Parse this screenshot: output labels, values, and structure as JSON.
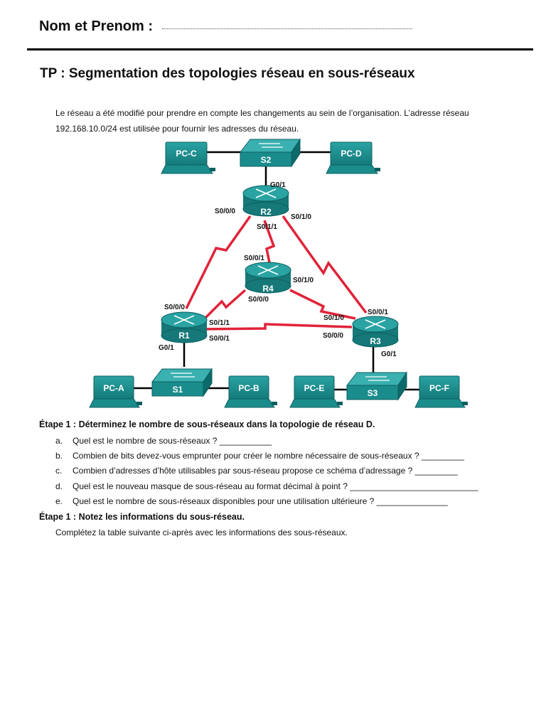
{
  "header": {
    "name_label": "Nom et Prenom :"
  },
  "title": "TP : Segmentation des topologies réseau en sous-réseaux",
  "intro": {
    "line1": "Le réseau a été modifié pour prendre en compte les changements au sein de l’organisation. L’adresse réseau",
    "line2": "192.168.10.0/24 est utilisée pour fournir les adresses du réseau."
  },
  "diagram": {
    "pcs": [
      "PC-C",
      "PC-D",
      "PC-A",
      "PC-B",
      "PC-E",
      "PC-F"
    ],
    "switches": [
      "S2",
      "S1",
      "S3"
    ],
    "routers": [
      "R2",
      "R4",
      "R1",
      "R3"
    ],
    "interfaces": {
      "r2_g01": "G0/1",
      "r2_s000": "S0/0/0",
      "r2_s010": "S0/1/0",
      "r2_s011": "S0/1/1",
      "r4_s001": "S0/0/1",
      "r4_s010": "S0/1/0",
      "r4_s000": "S0/0/0",
      "r1_s000": "S0/0/0",
      "r1_s011": "S0/1/1",
      "r1_s001": "S0/0/1",
      "r1_g01": "G0/1",
      "r3_s001": "S0/0/1",
      "r3_s010": "S0/1/0",
      "r3_s000": "S0/0/0",
      "r3_g01": "G0/1"
    },
    "colors": {
      "device": "#1a8c8c",
      "device_dark": "#0d5f60",
      "serial_link": "#e0243a",
      "ethernet_link": "#000000"
    }
  },
  "step1": {
    "label": "Étape 1 : ",
    "text": "Déterminez le nombre de sous-réseaux dans la topologie de réseau D."
  },
  "questions": [
    {
      "letter": "a.",
      "text": "Quel est le nombre de sous-réseaux ? ___________"
    },
    {
      "letter": "b.",
      "text": "Combien de bits devez-vous emprunter pour créer le nombre nécessaire de sous-réseaux ? _________"
    },
    {
      "letter": "c.",
      "text": "Combien d’adresses d’hôte utilisables par sous-réseau propose ce schéma d’adressage ? _________"
    },
    {
      "letter": "d.",
      "text": "Quel est le nouveau masque de sous-réseau au format décimal à point ? ___________________________"
    },
    {
      "letter": "e.",
      "text": "Quel est le nombre de sous-réseaux disponibles pour une utilisation ultérieure ? _______________"
    }
  ],
  "step2": {
    "label": "Étape 1 : ",
    "text": "Notez les informations du sous-réseau."
  },
  "closing": "Complétez la table suivante ci-après avec les informations des sous-réseaux."
}
